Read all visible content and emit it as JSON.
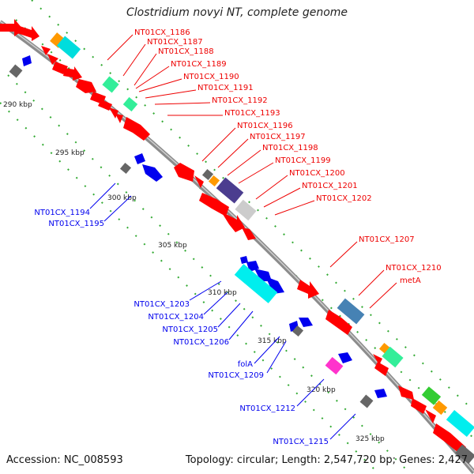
{
  "title": "Clostridium novyi NT, complete genome",
  "footer": {
    "accession": "Accession: NC_008593",
    "summary": "Topology: circular; Length: 2,547,720 bp; Genes: 2,427"
  },
  "colors": {
    "backbone": "#8c8c8c",
    "red": "#ff0000",
    "blue": "#0000ff",
    "navy": "#0000cc",
    "cyan": "#00ffff",
    "green": "#33cc33",
    "mint": "#33ee99",
    "orange": "#ff9900",
    "gray": "#666666",
    "lightgray": "#cccccc",
    "slate": "#4682b4",
    "purple": "#4b3d8f",
    "magenta": "#ff33cc",
    "tick": "#33aa33"
  },
  "kbp_labels": [
    "290 kbp",
    "295 kbp",
    "300 kbp",
    "305 kbp",
    "310 kbp",
    "315 kbp",
    "320 kbp",
    "325 kbp"
  ],
  "labels_red": [
    "NT01CX_1186",
    "NT01CX_1187",
    "NT01CX_1188",
    "NT01CX_1189",
    "NT01CX_1190",
    "NT01CX_1191",
    "NT01CX_1192",
    "NT01CX_1193",
    "NT01CX_1196",
    "NT01CX_1197",
    "NT01CX_1198",
    "NT01CX_1199",
    "NT01CX_1200",
    "NT01CX_1201",
    "NT01CX_1202",
    "NT01CX_1207",
    "NT01CX_1210",
    "metA"
  ],
  "labels_blue": [
    "NT01CX_1194",
    "NT01CX_1195",
    "NT01CX_1203",
    "NT01CX_1204",
    "NT01CX_1205",
    "NT01CX_1206",
    "folA",
    "NT01CX_1209",
    "NT01CX_1212",
    "NT01CX_1215"
  ]
}
